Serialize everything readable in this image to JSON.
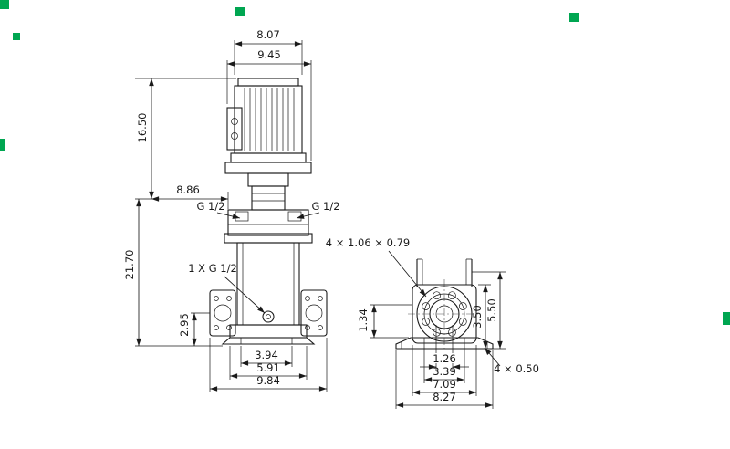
{
  "page": {
    "background": "#ffffff",
    "line_color": "#1a1a1a",
    "fiducial_color": "#00a651"
  },
  "front_view": {
    "dims": {
      "top_width": "8.07",
      "top_width_outer": "9.45",
      "motor_height": "16.50",
      "head_width": "8.86",
      "pump_height": "21.70",
      "port_center_height": "2.95",
      "base_inner": "3.94",
      "base_mid": "5.91",
      "base_outer": "9.84"
    },
    "labels": {
      "left_port": "G 1/2",
      "right_port": "G 1/2",
      "drain": "1 X G 1/2"
    }
  },
  "base_view": {
    "dims": {
      "foot_height": "1.34",
      "flange_height": "3.50",
      "overall_height": "5.50",
      "bore": "1.26",
      "bolt_circle": "3.39",
      "plate_width": "7.09",
      "base_width": "8.27"
    },
    "labels": {
      "bolt_holes": "4 × 1.06  × 0.79",
      "foot_slots": "4  × 0.50"
    }
  }
}
